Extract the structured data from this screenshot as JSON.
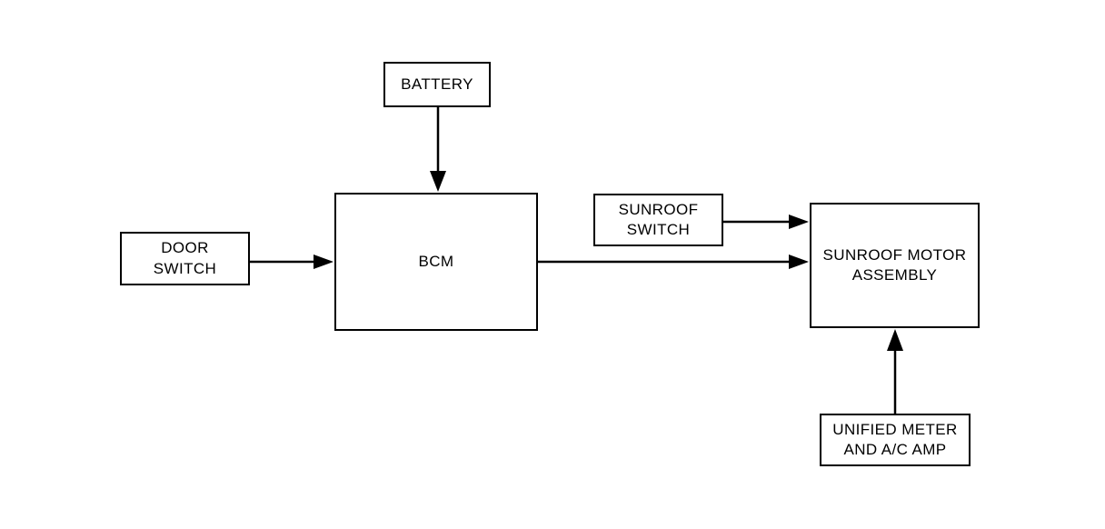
{
  "diagram": {
    "type": "block-diagram",
    "subject": "sunroof system wiring block diagram",
    "colors": {
      "background": "#ffffff",
      "line": "#000000",
      "box_fill": "#ffffff",
      "text": "#000000"
    },
    "nodes": {
      "battery": {
        "label": "BATTERY"
      },
      "door_switch": {
        "line1": "DOOR",
        "line2": "SWITCH"
      },
      "bcm": {
        "label": "BCM"
      },
      "sunroof_switch": {
        "line1": "SUNROOF",
        "line2": "SWITCH"
      },
      "sunroof_motor": {
        "line1": "SUNROOF MOTOR",
        "line2": "ASSEMBLY"
      },
      "unified_meter": {
        "line1": "UNIFIED METER",
        "line2": "AND A/C AMP"
      }
    },
    "edges": [
      {
        "from": "BATTERY",
        "to": "BCM",
        "direction": "down"
      },
      {
        "from": "DOOR SWITCH",
        "to": "BCM",
        "direction": "right"
      },
      {
        "from": "SUNROOF SWITCH",
        "to": "SUNROOF MOTOR ASSEMBLY",
        "direction": "right"
      },
      {
        "from": "BCM",
        "to": "SUNROOF MOTOR ASSEMBLY",
        "direction": "right"
      },
      {
        "from": "UNIFIED METER AND A/C AMP",
        "to": "SUNROOF MOTOR ASSEMBLY",
        "direction": "up"
      }
    ]
  }
}
